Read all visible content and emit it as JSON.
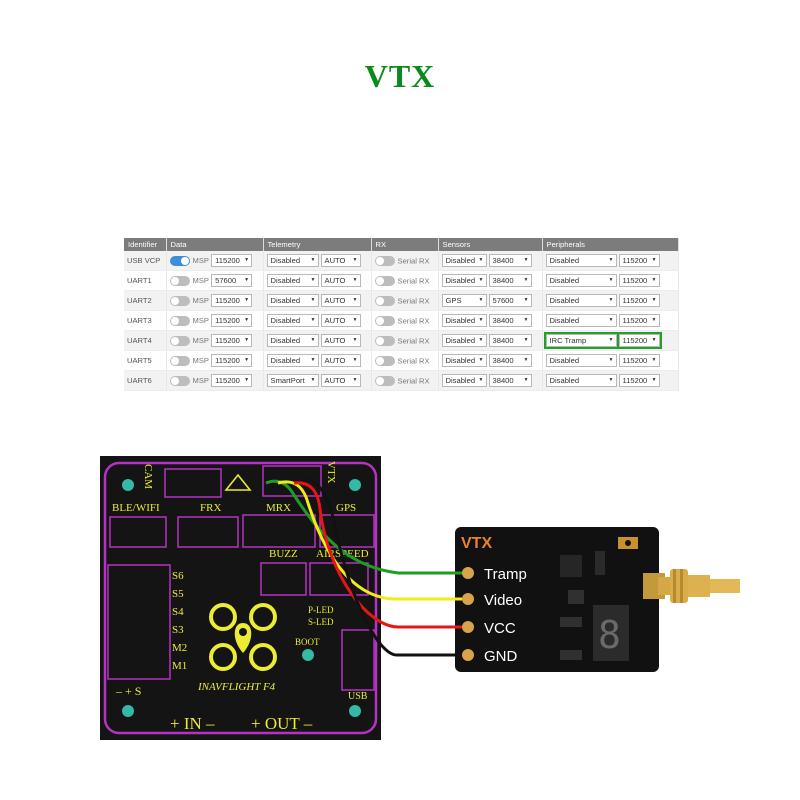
{
  "title": "VTX",
  "ports_table": {
    "headers": [
      "Identifier",
      "Data",
      "Telemetry",
      "RX",
      "Sensors",
      "Peripherals"
    ],
    "rows": [
      {
        "id": "USB VCP",
        "data_on": true,
        "data_label": "MSP",
        "data_baud": "115200",
        "telemetry": "Disabled",
        "telemetry_baud": "AUTO",
        "rx_label": "Serial RX",
        "sensor": "Disabled",
        "sensor_baud": "38400",
        "peripheral": "Disabled",
        "peripheral_baud": "115200",
        "highlight": false
      },
      {
        "id": "UART1",
        "data_on": false,
        "data_label": "MSP",
        "data_baud": "57600",
        "telemetry": "Disabled",
        "telemetry_baud": "AUTO",
        "rx_label": "Serial RX",
        "sensor": "Disabled",
        "sensor_baud": "38400",
        "peripheral": "Disabled",
        "peripheral_baud": "115200",
        "highlight": false
      },
      {
        "id": "UART2",
        "data_on": false,
        "data_label": "MSP",
        "data_baud": "115200",
        "telemetry": "Disabled",
        "telemetry_baud": "AUTO",
        "rx_label": "Serial RX",
        "sensor": "GPS",
        "sensor_baud": "57600",
        "peripheral": "Disabled",
        "peripheral_baud": "115200",
        "highlight": false
      },
      {
        "id": "UART3",
        "data_on": false,
        "data_label": "MSP",
        "data_baud": "115200",
        "telemetry": "Disabled",
        "telemetry_baud": "AUTO",
        "rx_label": "Serial RX",
        "sensor": "Disabled",
        "sensor_baud": "38400",
        "peripheral": "Disabled",
        "peripheral_baud": "115200",
        "highlight": false
      },
      {
        "id": "UART4",
        "data_on": false,
        "data_label": "MSP",
        "data_baud": "115200",
        "telemetry": "Disabled",
        "telemetry_baud": "AUTO",
        "rx_label": "Serial RX",
        "sensor": "Disabled",
        "sensor_baud": "38400",
        "peripheral": "IRC Tramp",
        "peripheral_baud": "115200",
        "highlight": true
      },
      {
        "id": "UART5",
        "data_on": false,
        "data_label": "MSP",
        "data_baud": "115200",
        "telemetry": "Disabled",
        "telemetry_baud": "AUTO",
        "rx_label": "Serial RX",
        "sensor": "Disabled",
        "sensor_baud": "38400",
        "peripheral": "Disabled",
        "peripheral_baud": "115200",
        "highlight": false
      },
      {
        "id": "UART6",
        "data_on": false,
        "data_label": "MSP",
        "data_baud": "115200",
        "telemetry": "SmartPort",
        "telemetry_baud": "AUTO",
        "rx_label": "Serial RX",
        "sensor": "Disabled",
        "sensor_baud": "38400",
        "peripheral": "Disabled",
        "peripheral_baud": "115200",
        "highlight": false
      }
    ]
  },
  "fc_board": {
    "labels": {
      "cam": "CAM",
      "vtx": "VTX",
      "ble_wifi": "BLE/WIFI",
      "frx": "FRX",
      "mrx": "MRX",
      "gps": "GPS",
      "buzz": "BUZZ",
      "airspeed": "AIRSPEED",
      "p_led": "P-LED",
      "s_led": "S-LED",
      "boot": "BOOT",
      "s6": "S6",
      "s5": "S5",
      "s4": "S4",
      "s3": "S3",
      "m2": "M2",
      "m1": "M1",
      "power_pins": "– + S",
      "brand": "INAVFLIGHT F4",
      "usb": "USB",
      "in": "+ IN –",
      "out": "+ OUT –"
    },
    "colors": {
      "board": "#141414",
      "outline": "#b532c3",
      "silkscreen": "#ecec32"
    }
  },
  "vtx_module": {
    "title": "VTX",
    "pins": [
      "Tramp",
      "Video",
      "VCC",
      "GND"
    ],
    "segment_digit": "8",
    "colors": {
      "board": "#111111",
      "title": "#e8842a",
      "pad": "#d8a34a"
    }
  },
  "wires": {
    "tramp": "#1f9c24",
    "video": "#f3ea1a",
    "vcc": "#e81515",
    "gnd": "#111111"
  }
}
